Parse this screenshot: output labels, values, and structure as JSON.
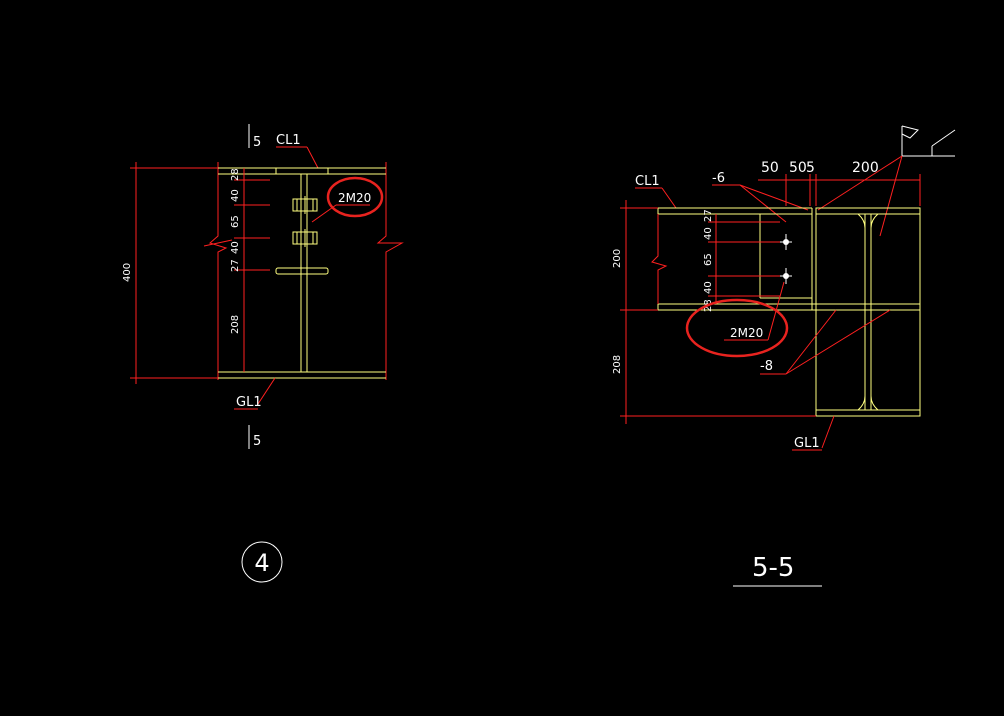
{
  "detail_left": {
    "section_mark_top": "5",
    "section_mark_bottom": "5",
    "beam_top_label": "CL1",
    "beam_bottom_label": "GL1",
    "bolt_label": "2M20",
    "dim_overall": "400",
    "dims_vertical": [
      "28",
      "40",
      "65",
      "40",
      "27",
      "208"
    ],
    "detail_number": "4"
  },
  "detail_right": {
    "title": "5-5",
    "beam_top_label": "CL1",
    "beam_bottom_label": "GL1",
    "plate_top_label": "-6",
    "plate_bottom_label": "-8",
    "bolt_label": "2M20",
    "dims_top": [
      "50",
      "50",
      "5",
      "200"
    ],
    "dim_left_upper": "200",
    "dim_left_lower": "208",
    "dims_vertical": [
      "27",
      "40",
      "65",
      "40",
      "28"
    ]
  },
  "colors": {
    "background": "#000000",
    "dimension_lines": "#ff2020",
    "steel_outline": "#ffff80",
    "text": "#ffffff",
    "annotation_circle": "#e8231f"
  }
}
